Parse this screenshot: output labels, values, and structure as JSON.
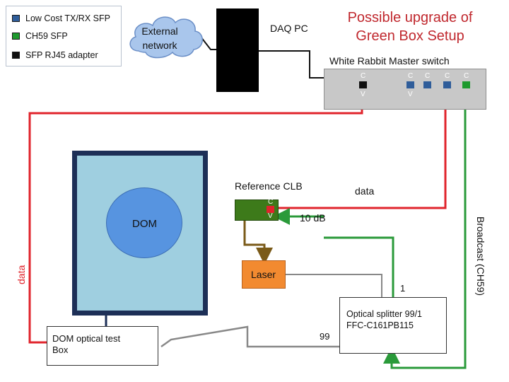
{
  "legend": {
    "items": [
      {
        "label": "Low Cost TX/RX SFP",
        "color": "#2f5d9a"
      },
      {
        "label": "CH59 SFP",
        "color": "#1e9a2e"
      },
      {
        "label": "SFP RJ45 adapter",
        "color": "#111111"
      }
    ]
  },
  "title": "Possible upgrade of Green Box Setup",
  "cloud_label": "External network",
  "daq_label": "DAQ PC",
  "switch_label": "White Rabbit Master  switch",
  "port_glyph_top": "C",
  "port_glyph_bottom": "V",
  "reference_label": "Reference CLB",
  "dom_label": "DOM",
  "attenuator_label": "10 dB",
  "laser_label": "Laser",
  "data_label_center": "data",
  "data_label_left": "data",
  "splitter_label": "Optical splitter 99/1 FFC-C161PB115",
  "splitter_port_1": "1",
  "splitter_port_99": "99",
  "broadcast_label": "Broadcast (CH59)",
  "testbox_label": "DOM optical test Box",
  "colors": {
    "red": "#e0242c",
    "green": "#2a9a3a",
    "navy": "#1d2f57",
    "brown": "#7a5a18",
    "title_red": "#c0282e"
  }
}
